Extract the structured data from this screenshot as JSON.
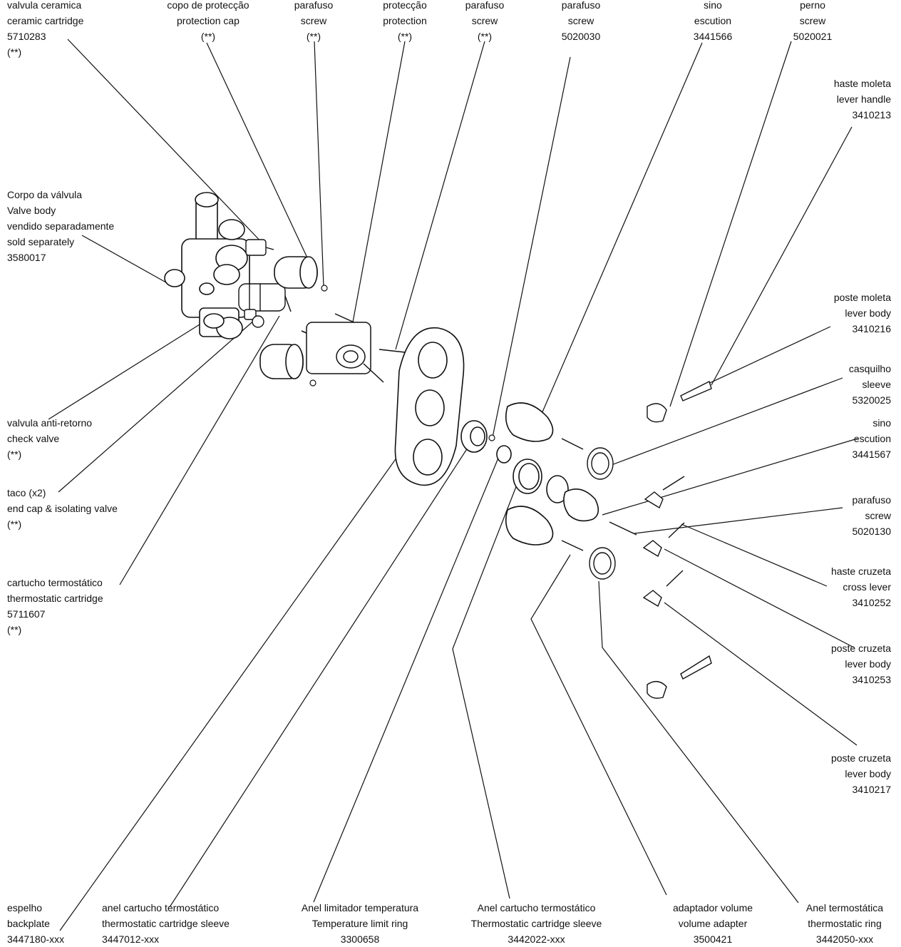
{
  "labels": {
    "ceramic_cartridge": [
      "valvula ceramica",
      "ceramic cartridge",
      "5710283",
      "(**)"
    ],
    "protection_cap": [
      "copo de protecção",
      "protection cap",
      "(**)"
    ],
    "screw_a": [
      "parafuso",
      "screw",
      "(**)"
    ],
    "protection": [
      "protecção",
      "protection",
      "(**)"
    ],
    "screw_b": [
      "parafuso",
      "screw",
      "(**)"
    ],
    "screw_5020030": [
      "parafuso",
      "screw",
      "5020030"
    ],
    "escution_3441566": [
      "sino",
      "escution",
      "3441566"
    ],
    "pin_screw": [
      "perno",
      "screw",
      "5020021"
    ],
    "lever_handle": [
      "haste moleta",
      "lever handle",
      "3410213"
    ],
    "valve_body": [
      "Corpo da válvula",
      "Valve body",
      "vendido separadamente",
      "sold separately",
      "3580017"
    ],
    "lever_body_3410216": [
      "poste moleta",
      "lever body",
      "3410216"
    ],
    "sleeve": [
      "casquilho",
      "sleeve",
      "5320025"
    ],
    "escution_3441567": [
      "sino",
      "escution",
      "3441567"
    ],
    "check_valve": [
      "valvula anti-retorno",
      "check valve",
      "(**)"
    ],
    "end_cap": [
      "taco (x2)",
      "end cap & isolating valve",
      "(**)"
    ],
    "screw_5020130": [
      "parafuso",
      "screw",
      "5020130"
    ],
    "cross_lever": [
      "haste cruzeta",
      "cross lever",
      "3410252"
    ],
    "thermo_cartridge": [
      "cartucho termostático",
      "thermostatic cartridge",
      "5711607",
      "(**)"
    ],
    "lever_body_3410253": [
      "poste cruzeta",
      "lever body",
      "3410253"
    ],
    "lever_body_3410217": [
      "poste cruzeta",
      "lever body",
      "3410217"
    ],
    "backplate": [
      "espelho",
      "backplate",
      "3447180-xxx"
    ],
    "cartridge_sleeve_3447012": [
      "anel cartucho termostático",
      "thermostatic cartridge sleeve",
      "3447012-xxx"
    ],
    "temp_limit_ring": [
      "Anel limitador temperatura",
      "Temperature limit ring",
      "3300658"
    ],
    "cartridge_sleeve_3442022": [
      "Anel cartucho termostático",
      "Thermostatic cartridge sleeve",
      "3442022-xxx"
    ],
    "volume_adapter": [
      "adaptador volume",
      "volume adapter",
      "3500421"
    ],
    "thermostatic_ring": [
      "Anel termostática",
      "thermostatic ring",
      "3442050-xxx"
    ]
  }
}
